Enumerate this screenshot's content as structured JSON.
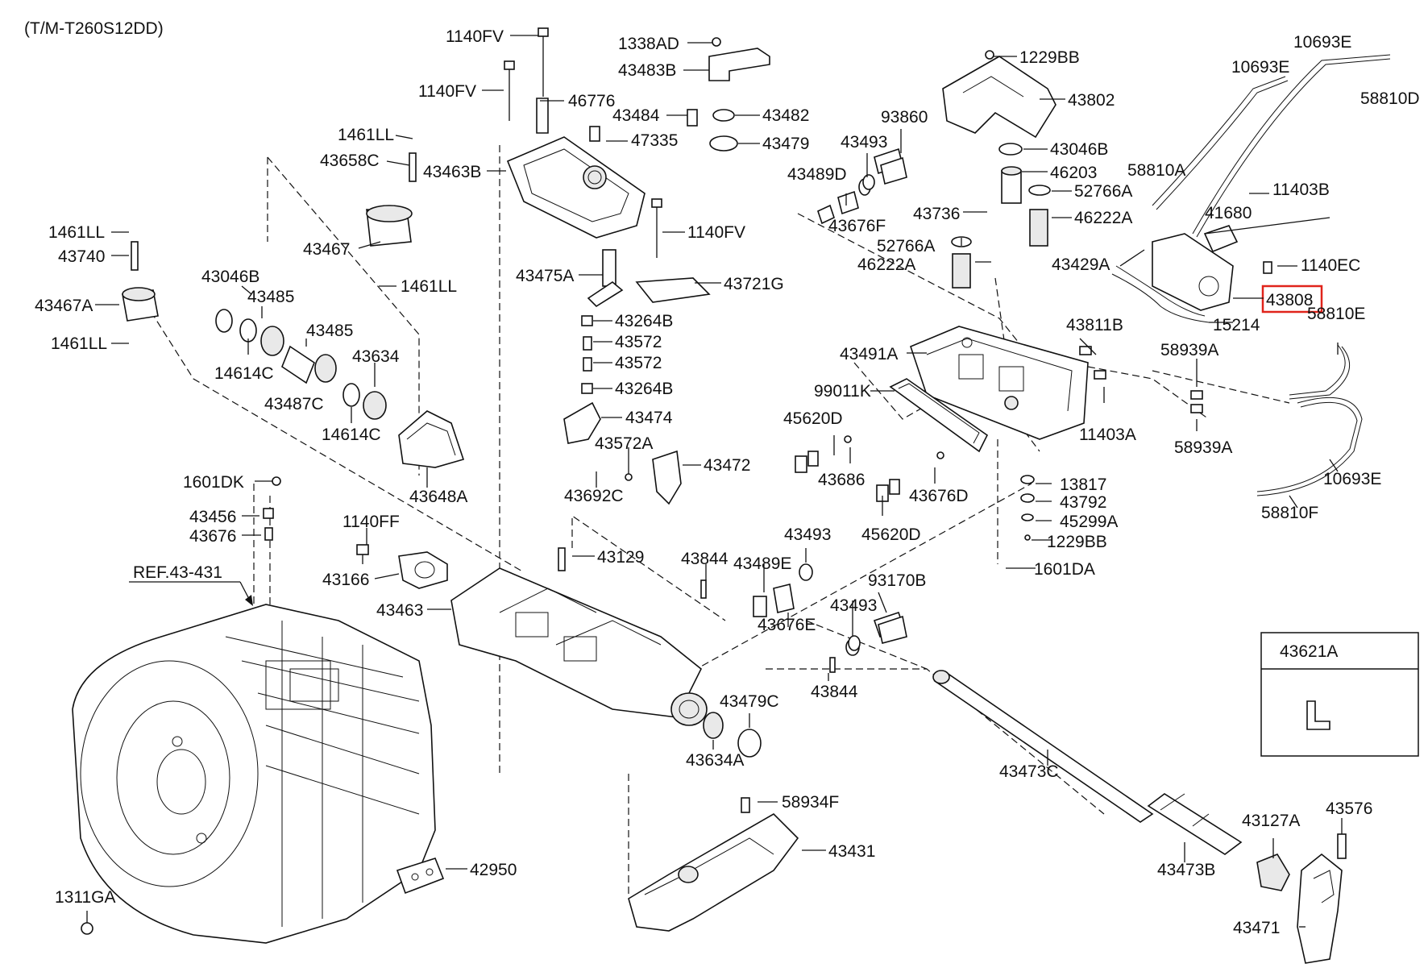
{
  "header": {
    "model_code": "(T/M-T260S12DD)"
  },
  "highlight": {
    "part_number": "43808",
    "color": "#e0241b"
  },
  "reference": {
    "text": "REF.43-431"
  },
  "inset": {
    "part_number": "43621A"
  },
  "labels": [
    "1140FV",
    "1140FV",
    "1338AD",
    "43483B",
    "46776",
    "43484",
    "43482",
    "47335",
    "43479",
    "1461LL",
    "43658C",
    "43463B",
    "43467",
    "1461LL",
    "1461LL",
    "43740",
    "43467A",
    "1461LL",
    "43046B",
    "43485",
    "43485",
    "14614C",
    "43487C",
    "43634",
    "14614C",
    "43648A",
    "1140FV",
    "43475A",
    "43721G",
    "43264B",
    "43572",
    "43572",
    "43264B",
    "43474",
    "43572A",
    "43472",
    "43692C",
    "1229BB",
    "43802",
    "43046B",
    "93860",
    "43493",
    "43489D",
    "43676F",
    "46203",
    "52766A",
    "43736",
    "46222A",
    "52766A",
    "46222A",
    "43429A",
    "10693E",
    "10693E",
    "58810D",
    "58810A",
    "11403B",
    "41680",
    "1140EC",
    "15214",
    "58810E",
    "43811B",
    "43491A",
    "58939A",
    "99011K",
    "11403A",
    "58939A",
    "45620D",
    "43686",
    "43676D",
    "45620D",
    "13817",
    "43792",
    "45299A",
    "1229BB",
    "1601DA",
    "10693E",
    "58810F",
    "1601DK",
    "43456",
    "43676",
    "1140FF",
    "43166",
    "43129",
    "43844",
    "43489E",
    "43493",
    "43463",
    "43676E",
    "93170B",
    "43493",
    "43844",
    "43479C",
    "43634A",
    "43473C",
    "58934F",
    "43431",
    "42950",
    "43127A",
    "43576",
    "43473B",
    "43471",
    "1311GA"
  ]
}
